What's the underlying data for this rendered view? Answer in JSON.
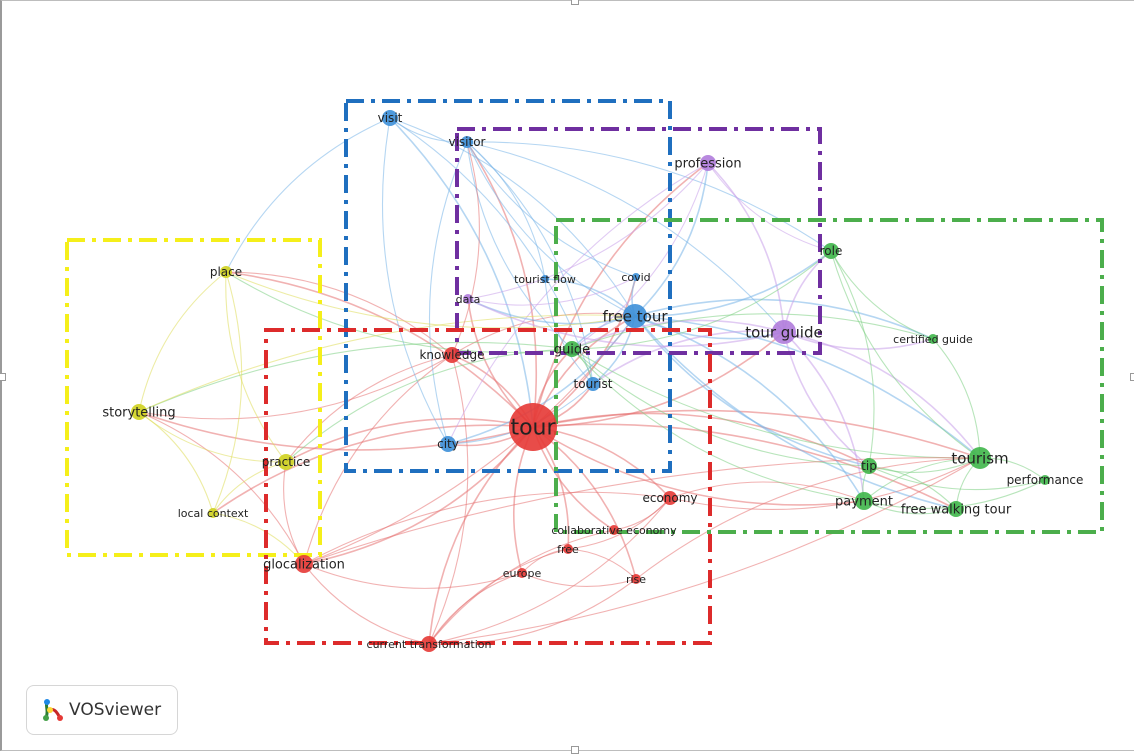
{
  "branding": {
    "logo_text": "VOSviewer"
  },
  "colors": {
    "red": "#e53935",
    "blue": "#3c8fd8",
    "purple": "#b07cdc",
    "green": "#3fb64a",
    "yellow": "#cfd11f",
    "frame_red": "#dd2b2b",
    "frame_blue": "#1f6fbf",
    "frame_purple": "#6f2fa0",
    "frame_green": "#4cae4c",
    "frame_yellow": "#f5ef1a"
  },
  "cluster_boxes": [
    {
      "id": "yellow",
      "color_key": "frame_yellow"
    },
    {
      "id": "blue",
      "color_key": "frame_blue"
    },
    {
      "id": "purple",
      "color_key": "frame_purple"
    },
    {
      "id": "green",
      "color_key": "frame_green"
    },
    {
      "id": "red",
      "color_key": "frame_red"
    }
  ],
  "nodes": [
    {
      "id": "tour",
      "label": "tour",
      "cluster": "red"
    },
    {
      "id": "glocalization",
      "label": "glocalization",
      "cluster": "red"
    },
    {
      "id": "knowledge",
      "label": "knowledge",
      "cluster": "red"
    },
    {
      "id": "economy",
      "label": "economy",
      "cluster": "red"
    },
    {
      "id": "collaborative_economy",
      "label": "collaborative economy",
      "cluster": "red"
    },
    {
      "id": "free",
      "label": "free",
      "cluster": "red"
    },
    {
      "id": "europe",
      "label": "europe",
      "cluster": "red"
    },
    {
      "id": "rise",
      "label": "rise",
      "cluster": "red"
    },
    {
      "id": "current_transformation",
      "label": "current transformation",
      "cluster": "red"
    },
    {
      "id": "visit",
      "label": "visit",
      "cluster": "blue"
    },
    {
      "id": "visitor",
      "label": "visitor",
      "cluster": "blue"
    },
    {
      "id": "free_tour",
      "label": "free tour",
      "cluster": "blue"
    },
    {
      "id": "tourist",
      "label": "tourist",
      "cluster": "blue"
    },
    {
      "id": "city",
      "label": "city",
      "cluster": "blue"
    },
    {
      "id": "tourist_flow",
      "label": "tourist flow",
      "cluster": "blue"
    },
    {
      "id": "covid",
      "label": "covid",
      "cluster": "blue"
    },
    {
      "id": "profession",
      "label": "profession",
      "cluster": "purple"
    },
    {
      "id": "tour_guide",
      "label": "tour guide",
      "cluster": "purple"
    },
    {
      "id": "data",
      "label": "data",
      "cluster": "purple"
    },
    {
      "id": "role",
      "label": "role",
      "cluster": "green"
    },
    {
      "id": "certified_guide",
      "label": "certified guide",
      "cluster": "green"
    },
    {
      "id": "tourism",
      "label": "tourism",
      "cluster": "green"
    },
    {
      "id": "tip",
      "label": "tip",
      "cluster": "green"
    },
    {
      "id": "payment",
      "label": "payment",
      "cluster": "green"
    },
    {
      "id": "free_walking_tour",
      "label": "free walking tour",
      "cluster": "green"
    },
    {
      "id": "performance",
      "label": "performance",
      "cluster": "green"
    },
    {
      "id": "guide",
      "label": "guide",
      "cluster": "green"
    },
    {
      "id": "place",
      "label": "place",
      "cluster": "yellow"
    },
    {
      "id": "storytelling",
      "label": "storytelling",
      "cluster": "yellow"
    },
    {
      "id": "practice",
      "label": "practice",
      "cluster": "yellow"
    },
    {
      "id": "local_context",
      "label": "local context",
      "cluster": "yellow"
    }
  ],
  "links": [
    [
      "tour",
      "glocalization"
    ],
    [
      "tour",
      "knowledge"
    ],
    [
      "tour",
      "economy"
    ],
    [
      "tour",
      "collaborative_economy"
    ],
    [
      "tour",
      "free"
    ],
    [
      "tour",
      "europe"
    ],
    [
      "tour",
      "rise"
    ],
    [
      "tour",
      "current_transformation"
    ],
    [
      "tour",
      "free_tour"
    ],
    [
      "tour",
      "tourist"
    ],
    [
      "tour",
      "city"
    ],
    [
      "tour",
      "tour_guide"
    ],
    [
      "tour",
      "guide"
    ],
    [
      "tour",
      "practice"
    ],
    [
      "tour",
      "storytelling"
    ],
    [
      "tour",
      "place"
    ],
    [
      "tour",
      "tip"
    ],
    [
      "tour",
      "payment"
    ],
    [
      "tour",
      "tourism"
    ],
    [
      "tour",
      "visitor"
    ],
    [
      "tour",
      "data"
    ],
    [
      "tour",
      "local_context"
    ],
    [
      "tour",
      "free_walking_tour"
    ],
    [
      "tour",
      "covid"
    ],
    [
      "tour",
      "profession"
    ],
    [
      "glocalization",
      "current_transformation"
    ],
    [
      "glocalization",
      "knowledge"
    ],
    [
      "glocalization",
      "europe"
    ],
    [
      "glocalization",
      "practice"
    ],
    [
      "glocalization",
      "storytelling"
    ],
    [
      "glocalization",
      "economy"
    ],
    [
      "glocalization",
      "free_tour"
    ],
    [
      "current_transformation",
      "europe"
    ],
    [
      "current_transformation",
      "rise"
    ],
    [
      "current_transformation",
      "free"
    ],
    [
      "current_transformation",
      "knowledge"
    ],
    [
      "current_transformation",
      "collaborative_economy"
    ],
    [
      "current_transformation",
      "economy"
    ],
    [
      "europe",
      "free"
    ],
    [
      "europe",
      "rise"
    ],
    [
      "free",
      "rise"
    ],
    [
      "free",
      "economy"
    ],
    [
      "economy",
      "collaborative_economy"
    ],
    [
      "economy",
      "tourism"
    ],
    [
      "economy",
      "payment"
    ],
    [
      "knowledge",
      "practice"
    ],
    [
      "knowledge",
      "storytelling"
    ],
    [
      "knowledge",
      "place"
    ],
    [
      "knowledge",
      "free_tour"
    ],
    [
      "visit",
      "visitor"
    ],
    [
      "visit",
      "free_tour"
    ],
    [
      "visit",
      "city"
    ],
    [
      "visit",
      "tour"
    ],
    [
      "visit",
      "place"
    ],
    [
      "visit",
      "tourist"
    ],
    [
      "visitor",
      "free_tour"
    ],
    [
      "visitor",
      "tourist"
    ],
    [
      "visitor",
      "city"
    ],
    [
      "visitor",
      "tourist_flow"
    ],
    [
      "visitor",
      "covid"
    ],
    [
      "visitor",
      "tour_guide"
    ],
    [
      "visitor",
      "guide"
    ],
    [
      "visitor",
      "role"
    ],
    [
      "free_tour",
      "tour_guide"
    ],
    [
      "free_tour",
      "tourist"
    ],
    [
      "free_tour",
      "guide"
    ],
    [
      "free_tour",
      "city"
    ],
    [
      "free_tour",
      "role"
    ],
    [
      "free_tour",
      "tourism"
    ],
    [
      "free_tour",
      "tip"
    ],
    [
      "free_tour",
      "payment"
    ],
    [
      "free_tour",
      "profession"
    ],
    [
      "free_tour",
      "certified_guide"
    ],
    [
      "free_tour",
      "free_walking_tour"
    ],
    [
      "free_tour",
      "covid"
    ],
    [
      "free_tour",
      "tourist_flow"
    ],
    [
      "free_tour",
      "data"
    ],
    [
      "tour_guide",
      "profession"
    ],
    [
      "tour_guide",
      "role"
    ],
    [
      "tour_guide",
      "guide"
    ],
    [
      "tour_guide",
      "tourism"
    ],
    [
      "tour_guide",
      "tip"
    ],
    [
      "tour_guide",
      "payment"
    ],
    [
      "tour_guide",
      "certified_guide"
    ],
    [
      "tour_guide",
      "data"
    ],
    [
      "tour_guide",
      "tourist"
    ],
    [
      "profession",
      "guide"
    ],
    [
      "profession",
      "role"
    ],
    [
      "profession",
      "data"
    ],
    [
      "profession",
      "city"
    ],
    [
      "tourism",
      "tip"
    ],
    [
      "tourism",
      "payment"
    ],
    [
      "tourism",
      "performance"
    ],
    [
      "tourism",
      "free_walking_tour"
    ],
    [
      "tourism",
      "role"
    ],
    [
      "tourism",
      "certified_guide"
    ],
    [
      "tourism",
      "guide"
    ],
    [
      "tip",
      "payment"
    ],
    [
      "tip",
      "free_walking_tour"
    ],
    [
      "tip",
      "performance"
    ],
    [
      "tip",
      "guide"
    ],
    [
      "payment",
      "free_walking_tour"
    ],
    [
      "payment",
      "guide"
    ],
    [
      "payment",
      "performance"
    ],
    [
      "role",
      "guide"
    ],
    [
      "role",
      "certified_guide"
    ],
    [
      "role",
      "tip"
    ],
    [
      "certified_guide",
      "guide"
    ],
    [
      "guide",
      "tourist"
    ],
    [
      "guide",
      "storytelling"
    ],
    [
      "guide",
      "place"
    ],
    [
      "guide",
      "practice"
    ],
    [
      "storytelling",
      "place"
    ],
    [
      "storytelling",
      "practice"
    ],
    [
      "storytelling",
      "local_context"
    ],
    [
      "place",
      "practice"
    ],
    [
      "place",
      "local_context"
    ],
    [
      "practice",
      "local_context"
    ],
    [
      "local_context",
      "glocalization"
    ],
    [
      "place",
      "free_tour"
    ],
    [
      "storytelling",
      "free_tour"
    ],
    [
      "city",
      "tourist"
    ],
    [
      "tourist",
      "tourist_flow"
    ],
    [
      "data",
      "covid"
    ],
    [
      "glocalization",
      "tourism"
    ],
    [
      "current_transformation",
      "tourism"
    ],
    [
      "rise",
      "tourism"
    ],
    [
      "knowledge",
      "visitor"
    ]
  ]
}
